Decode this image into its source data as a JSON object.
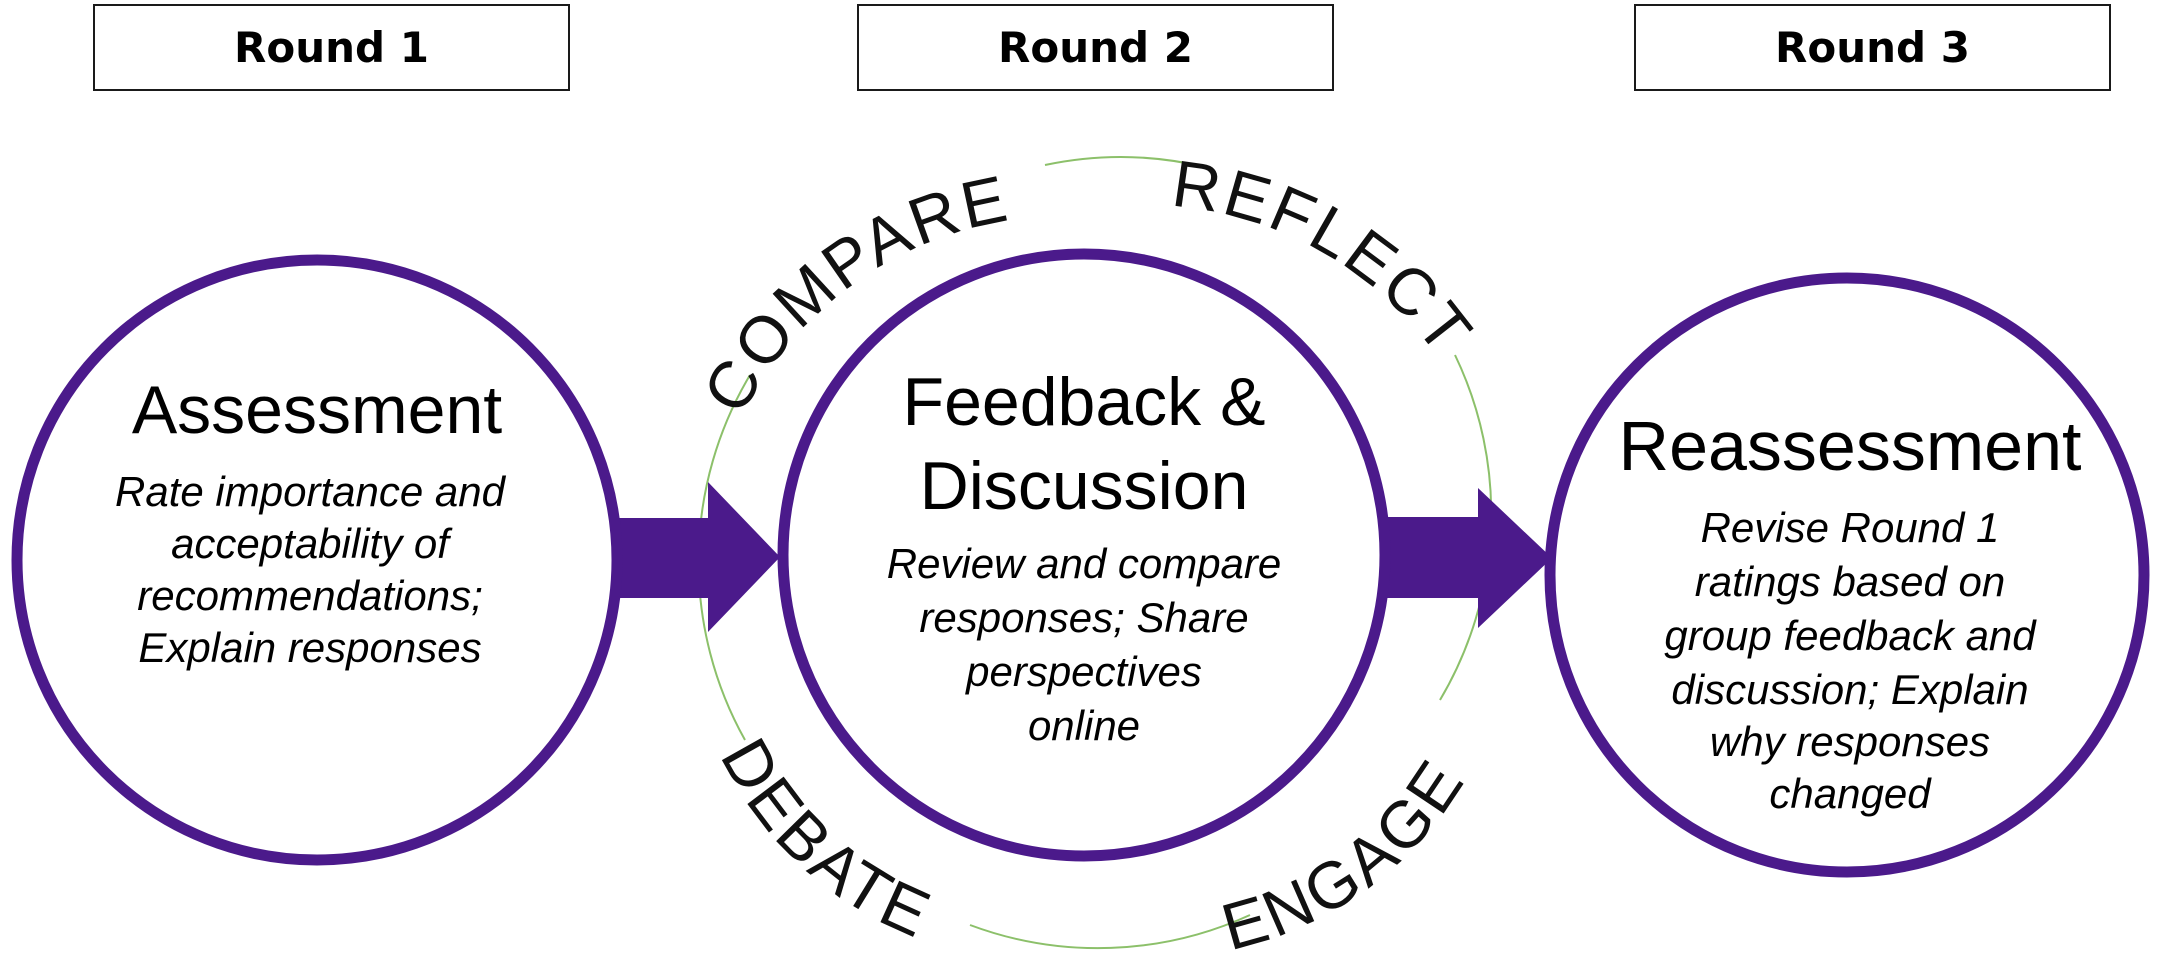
{
  "rounds": [
    {
      "label": "Round 1"
    },
    {
      "label": "Round 2"
    },
    {
      "label": "Round 3"
    }
  ],
  "stages": [
    {
      "title_lines": [
        "Assessment"
      ],
      "desc_lines": [
        "Rate importance and",
        "acceptability of",
        "recommendations;",
        "Explain responses"
      ]
    },
    {
      "title_lines": [
        "Feedback &",
        "Discussion"
      ],
      "desc_lines": [
        "Review and compare",
        "responses; Share",
        "perspectives",
        "online"
      ]
    },
    {
      "title_lines": [
        "Reassessment"
      ],
      "desc_lines": [
        "Revise Round 1",
        "ratings based on",
        "group feedback and",
        "discussion; Explain",
        "why responses",
        "changed"
      ]
    }
  ],
  "cycle_words": {
    "compare": "COMPARE",
    "reflect": "REFLECT",
    "debate": "DEBATE",
    "engage": "ENGAGE"
  },
  "colors": {
    "circle_stroke": "#4b1a8b",
    "arrow_fill": "#4b1a8b",
    "cycle_ring": "#8cc06a",
    "text": "#000000"
  }
}
